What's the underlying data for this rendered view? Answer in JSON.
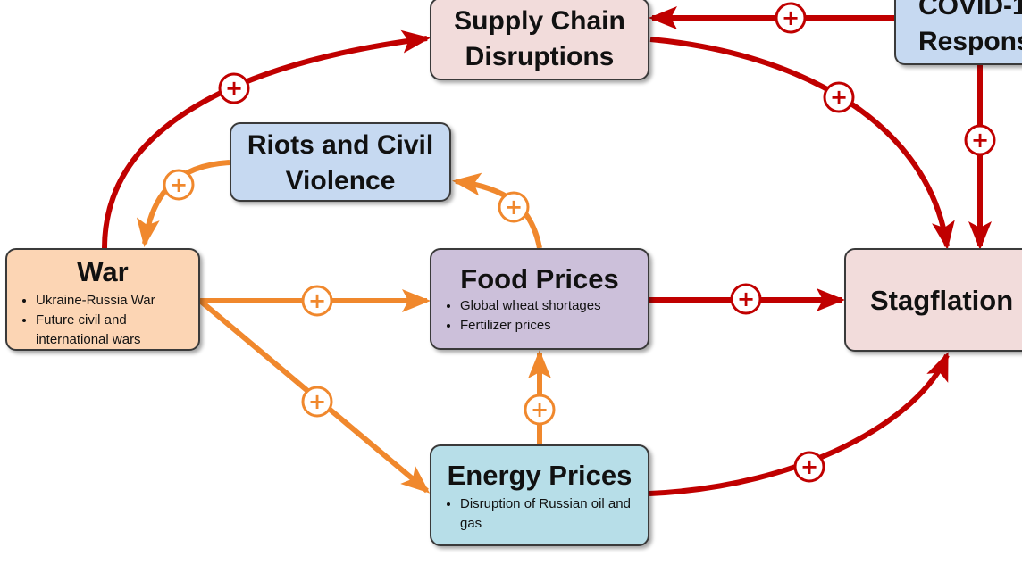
{
  "colors": {
    "red": "#c00000",
    "orange": "#f0882d",
    "supply_fill": "#f2dcdb",
    "covid_fill": "#c6d9f1",
    "riots_fill": "#c6d9f1",
    "war_fill": "#fcd5b4",
    "food_fill": "#ccc0da",
    "energy_fill": "#b7dee8",
    "stag_fill": "#f2dcdb"
  },
  "nodes": {
    "supply": {
      "title": "Supply Chain\nDisruptions"
    },
    "covid": {
      "title": "COVID-1\nRespons"
    },
    "riots": {
      "title": "Riots and Civil\nViolence"
    },
    "war": {
      "title": "War",
      "bullets": [
        "Ukraine-Russia War",
        "Future civil and international wars"
      ]
    },
    "food": {
      "title": "Food Prices",
      "bullets": [
        "Global wheat shortages",
        "Fertilizer prices"
      ]
    },
    "energy": {
      "title": "Energy Prices",
      "bullets": [
        "Disruption of Russian oil and gas"
      ]
    },
    "stag": {
      "title": "Stagflation"
    }
  },
  "link_sign": "+",
  "links": [
    {
      "from": "war",
      "to": "supply",
      "color": "red",
      "sign": "+"
    },
    {
      "from": "covid",
      "to": "supply",
      "color": "red",
      "sign": "+"
    },
    {
      "from": "supply",
      "to": "stag",
      "color": "red",
      "sign": "+"
    },
    {
      "from": "covid",
      "to": "stag",
      "color": "red",
      "sign": "+"
    },
    {
      "from": "riots",
      "to": "war",
      "color": "orange",
      "sign": "+"
    },
    {
      "from": "food",
      "to": "riots",
      "color": "orange",
      "sign": "+"
    },
    {
      "from": "war",
      "to": "food",
      "color": "orange",
      "sign": "+"
    },
    {
      "from": "war",
      "to": "energy",
      "color": "orange",
      "sign": "+"
    },
    {
      "from": "energy",
      "to": "food",
      "color": "orange",
      "sign": "+"
    },
    {
      "from": "food",
      "to": "stag",
      "color": "red",
      "sign": "+"
    },
    {
      "from": "energy",
      "to": "stag",
      "color": "red",
      "sign": "+"
    }
  ]
}
